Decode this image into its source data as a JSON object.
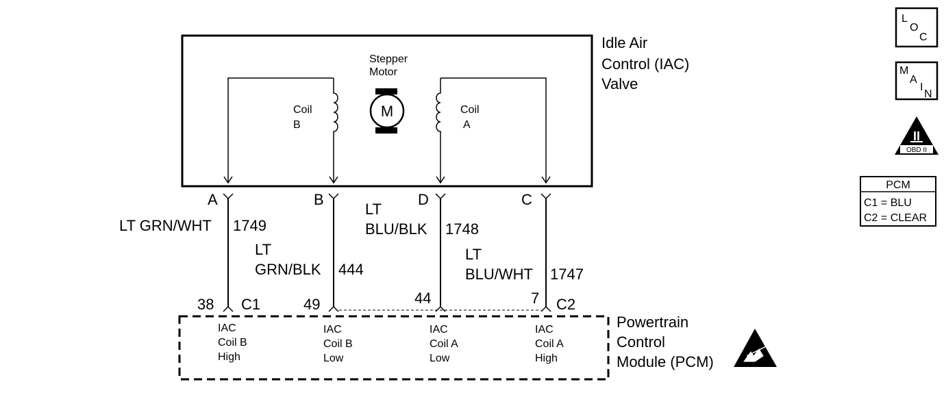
{
  "valve": {
    "title_lines": [
      "Idle Air",
      "Control (IAC)",
      "Valve"
    ],
    "motor_label_lines": [
      "Stepper",
      "Motor"
    ],
    "motor_symbol": "M",
    "coil_b_lines": [
      "Coil",
      "B"
    ],
    "coil_a_lines": [
      "Coil",
      "A"
    ]
  },
  "valve_pins": [
    "A",
    "B",
    "D",
    "C"
  ],
  "wires": [
    {
      "color_lines": [
        "LT GRN/WHT"
      ],
      "circuit": "1749"
    },
    {
      "color_lines": [
        "LT",
        "GRN/BLK"
      ],
      "circuit": "444"
    },
    {
      "color_lines": [
        "LT",
        "BLU/BLK"
      ],
      "circuit": "1748"
    },
    {
      "color_lines": [
        "LT",
        "BLU/WHT"
      ],
      "circuit": "1747"
    }
  ],
  "pcm_pins": [
    "38",
    "49",
    "44",
    "7"
  ],
  "connectors": {
    "c1": "C1",
    "c2": "C2"
  },
  "pcm": {
    "title_lines": [
      "Powertrain",
      "Control",
      "Module (PCM)"
    ],
    "terminals": [
      [
        "IAC",
        "Coil B",
        "High"
      ],
      [
        "IAC",
        "Coil B",
        "Low"
      ],
      [
        "IAC",
        "Coil A",
        "Low"
      ],
      [
        "IAC",
        "Coil A",
        "High"
      ]
    ]
  },
  "legend": {
    "loc": [
      "L",
      "O",
      "C"
    ],
    "main": [
      "M",
      "A",
      "I",
      "N"
    ],
    "obd_symbol": "II",
    "obd_label": "OBD II",
    "pcm_table": {
      "header": "PCM",
      "rows": [
        "C1 = BLU",
        "C2 = CLEAR"
      ]
    }
  }
}
